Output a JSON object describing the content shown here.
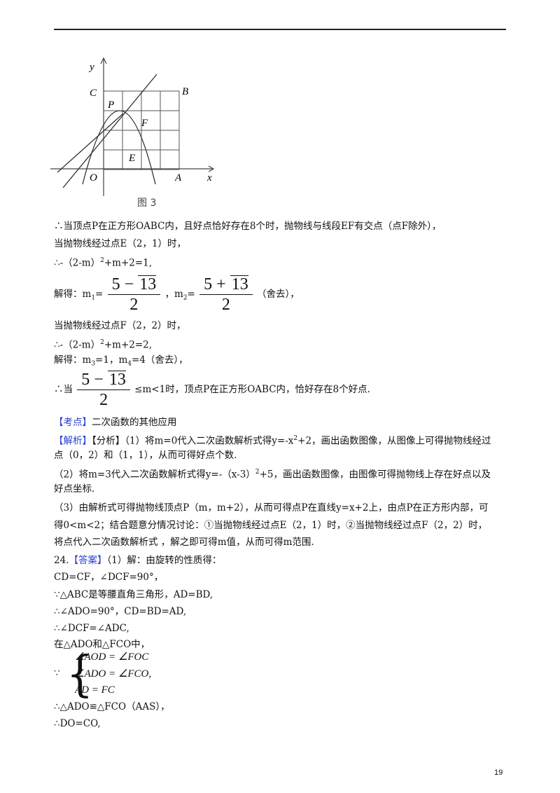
{
  "figure": {
    "caption": "图 3",
    "axis_y": "y",
    "axis_x": "x",
    "label_C": "C",
    "label_B": "B",
    "label_P": "P",
    "label_F": "F",
    "label_E": "E",
    "label_O": "O",
    "label_A": "A"
  },
  "text": {
    "l1": "∴当顶点P在正方形OABC内，且好点恰好存在8个时，抛物线与线段EF有交点（点F除外），",
    "l2": "当抛物线经过点E（2，1）时，",
    "l3a": "∴-（2-m）",
    "l3b": "+m+2=1,",
    "sup2": "2",
    "l4_jiede": "解得：m",
    "sub1": "1",
    "sub2": "2",
    "l4_eq": "=",
    "l4_comma": "，m",
    "l4_end": "（舍去），",
    "frac1_a": "5 − ",
    "frac1_b": "5 + ",
    "sqrt_val": "13",
    "den": "2",
    "l5": "当抛物线经过点F（2，2）时，",
    "l6a": "∴-（2-m）",
    "l6b": "+m+2=2,",
    "l7a": "解得：m",
    "sub3": "3",
    "l7b": "=1，m",
    "sub4": "4",
    "l7c": "=4（舍去），",
    "l8a": "∴当",
    "l8b": "≤m<1时，顶点P在正方形OABC内，恰好存在8个好点.",
    "kd_tag": "【考点】",
    "kd_text": "二次函数的其他应用",
    "jx_tag": "【解析】",
    "jx_text": "【分析】（1）将m=0代入二次函数解析式得y=-x",
    "jx_text2": "+2，画出函数图像，从图像上可得抛物线经过",
    "l11": "点（0，2）和（1，1），从而可得好点个数.",
    "l12a": "（2）将m=3代入二次函数解析式得y=-（x-3）",
    "l12b": "+5，画出函数图像，由图像可得抛物线上存在好点以及",
    "l13": "好点坐标.",
    "l14": "（3）由解析式可得抛物线顶点P（m，m+2），从而可得点P在直线y=x+2上，由点P在正方形内部，可",
    "l15": "得0<m<2；结合题意分情况讨论：①当抛物线经过点E（2，1）时，②当抛物线经过点F（2，2）时，",
    "l16": "将点代入二次函数解析式 ，解之即可得m值，从而可得m范围.",
    "ans_num": "24.",
    "ans_tag": "【答案】",
    "ans_text": "（1）解：由旋转的性质得：",
    "l18": "CD=CF，∠DCF=90°，",
    "l19": "∵△ABC是等腰直角三角形，AD=BD,",
    "l20": "∴∠ADO=90°，CD=BD=AD,",
    "l21": "∴∠DCF=∠ADC,",
    "l22": "在△ADO和△FCO中，",
    "because": "∵",
    "eq1": "∠AOD = ∠FOC",
    "eq2": "∠ADO = ∠FCO,",
    "eq3": "AD = FC",
    "l24": "∴△ADO≌△FCO（AAS），",
    "l25": "∴DO=CO,",
    "page_number": "19"
  }
}
